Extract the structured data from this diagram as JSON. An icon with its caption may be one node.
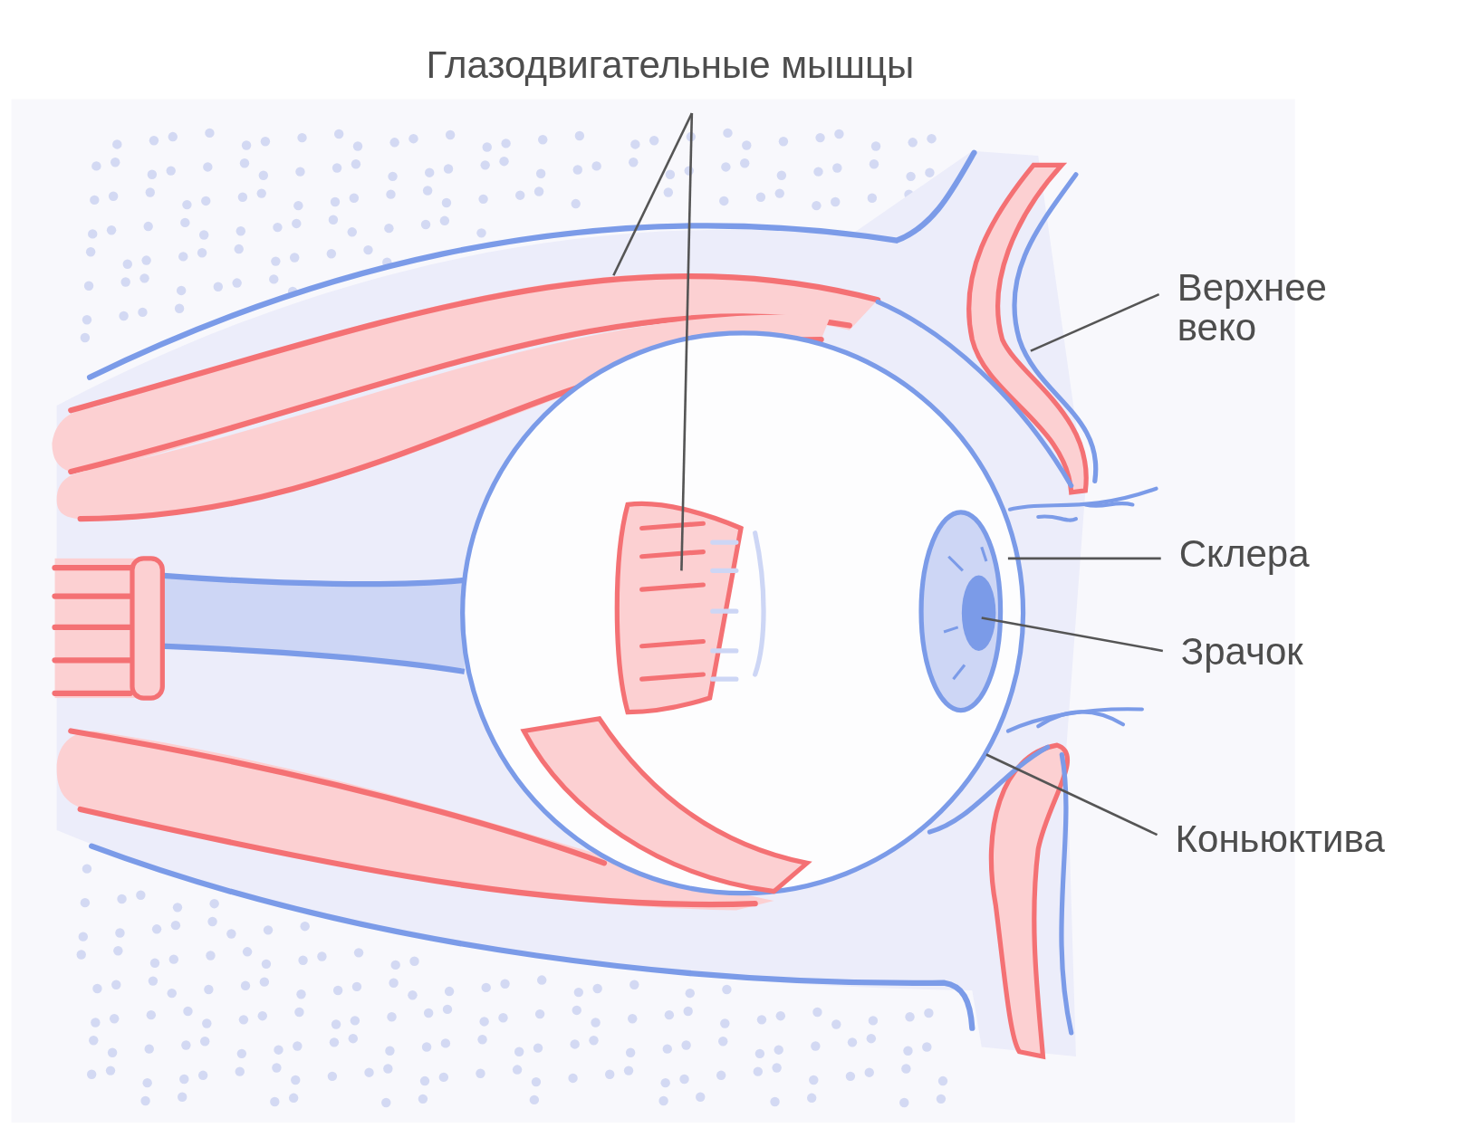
{
  "diagram": {
    "nodes": [
      {
        "text": [
          "Глазодвигательные мышцы"
        ]
      },
      {
        "text": [],
        "shape": "picture"
      },
      {
        "text": [],
        "shape": "picture",
        "in": 6
      },
      {
        "text": [
          "Верхнее веко"
        ]
      },
      {
        "text": [],
        "shape": "picture"
      },
      {
        "text": [
          "Склера"
        ]
      },
      {
        "text": [],
        "shape": "circle"
      },
      {
        "text": [
          "Зрачок"
        ]
      },
      {
        "text": [],
        "shape": "circle",
        "in": 6
      },
      {
        "text": [
          "Коньюктива"
        ]
      },
      {
        "text": [],
        "shape": "picture"
      }
    ],
    "edges": [
      {
        "from": 0,
        "to": 1,
        "arrow": "none"
      },
      {
        "from": 0,
        "to": 2,
        "arrow": "none"
      },
      {
        "from": 3,
        "to": 4,
        "arrow": "none"
      },
      {
        "from": 5,
        "to": 6,
        "arrow": "none"
      },
      {
        "from": 7,
        "to": 8,
        "arrow": "none"
      },
      {
        "from": 9,
        "to": 10,
        "arrow": "none"
      }
    ]
  }
}
